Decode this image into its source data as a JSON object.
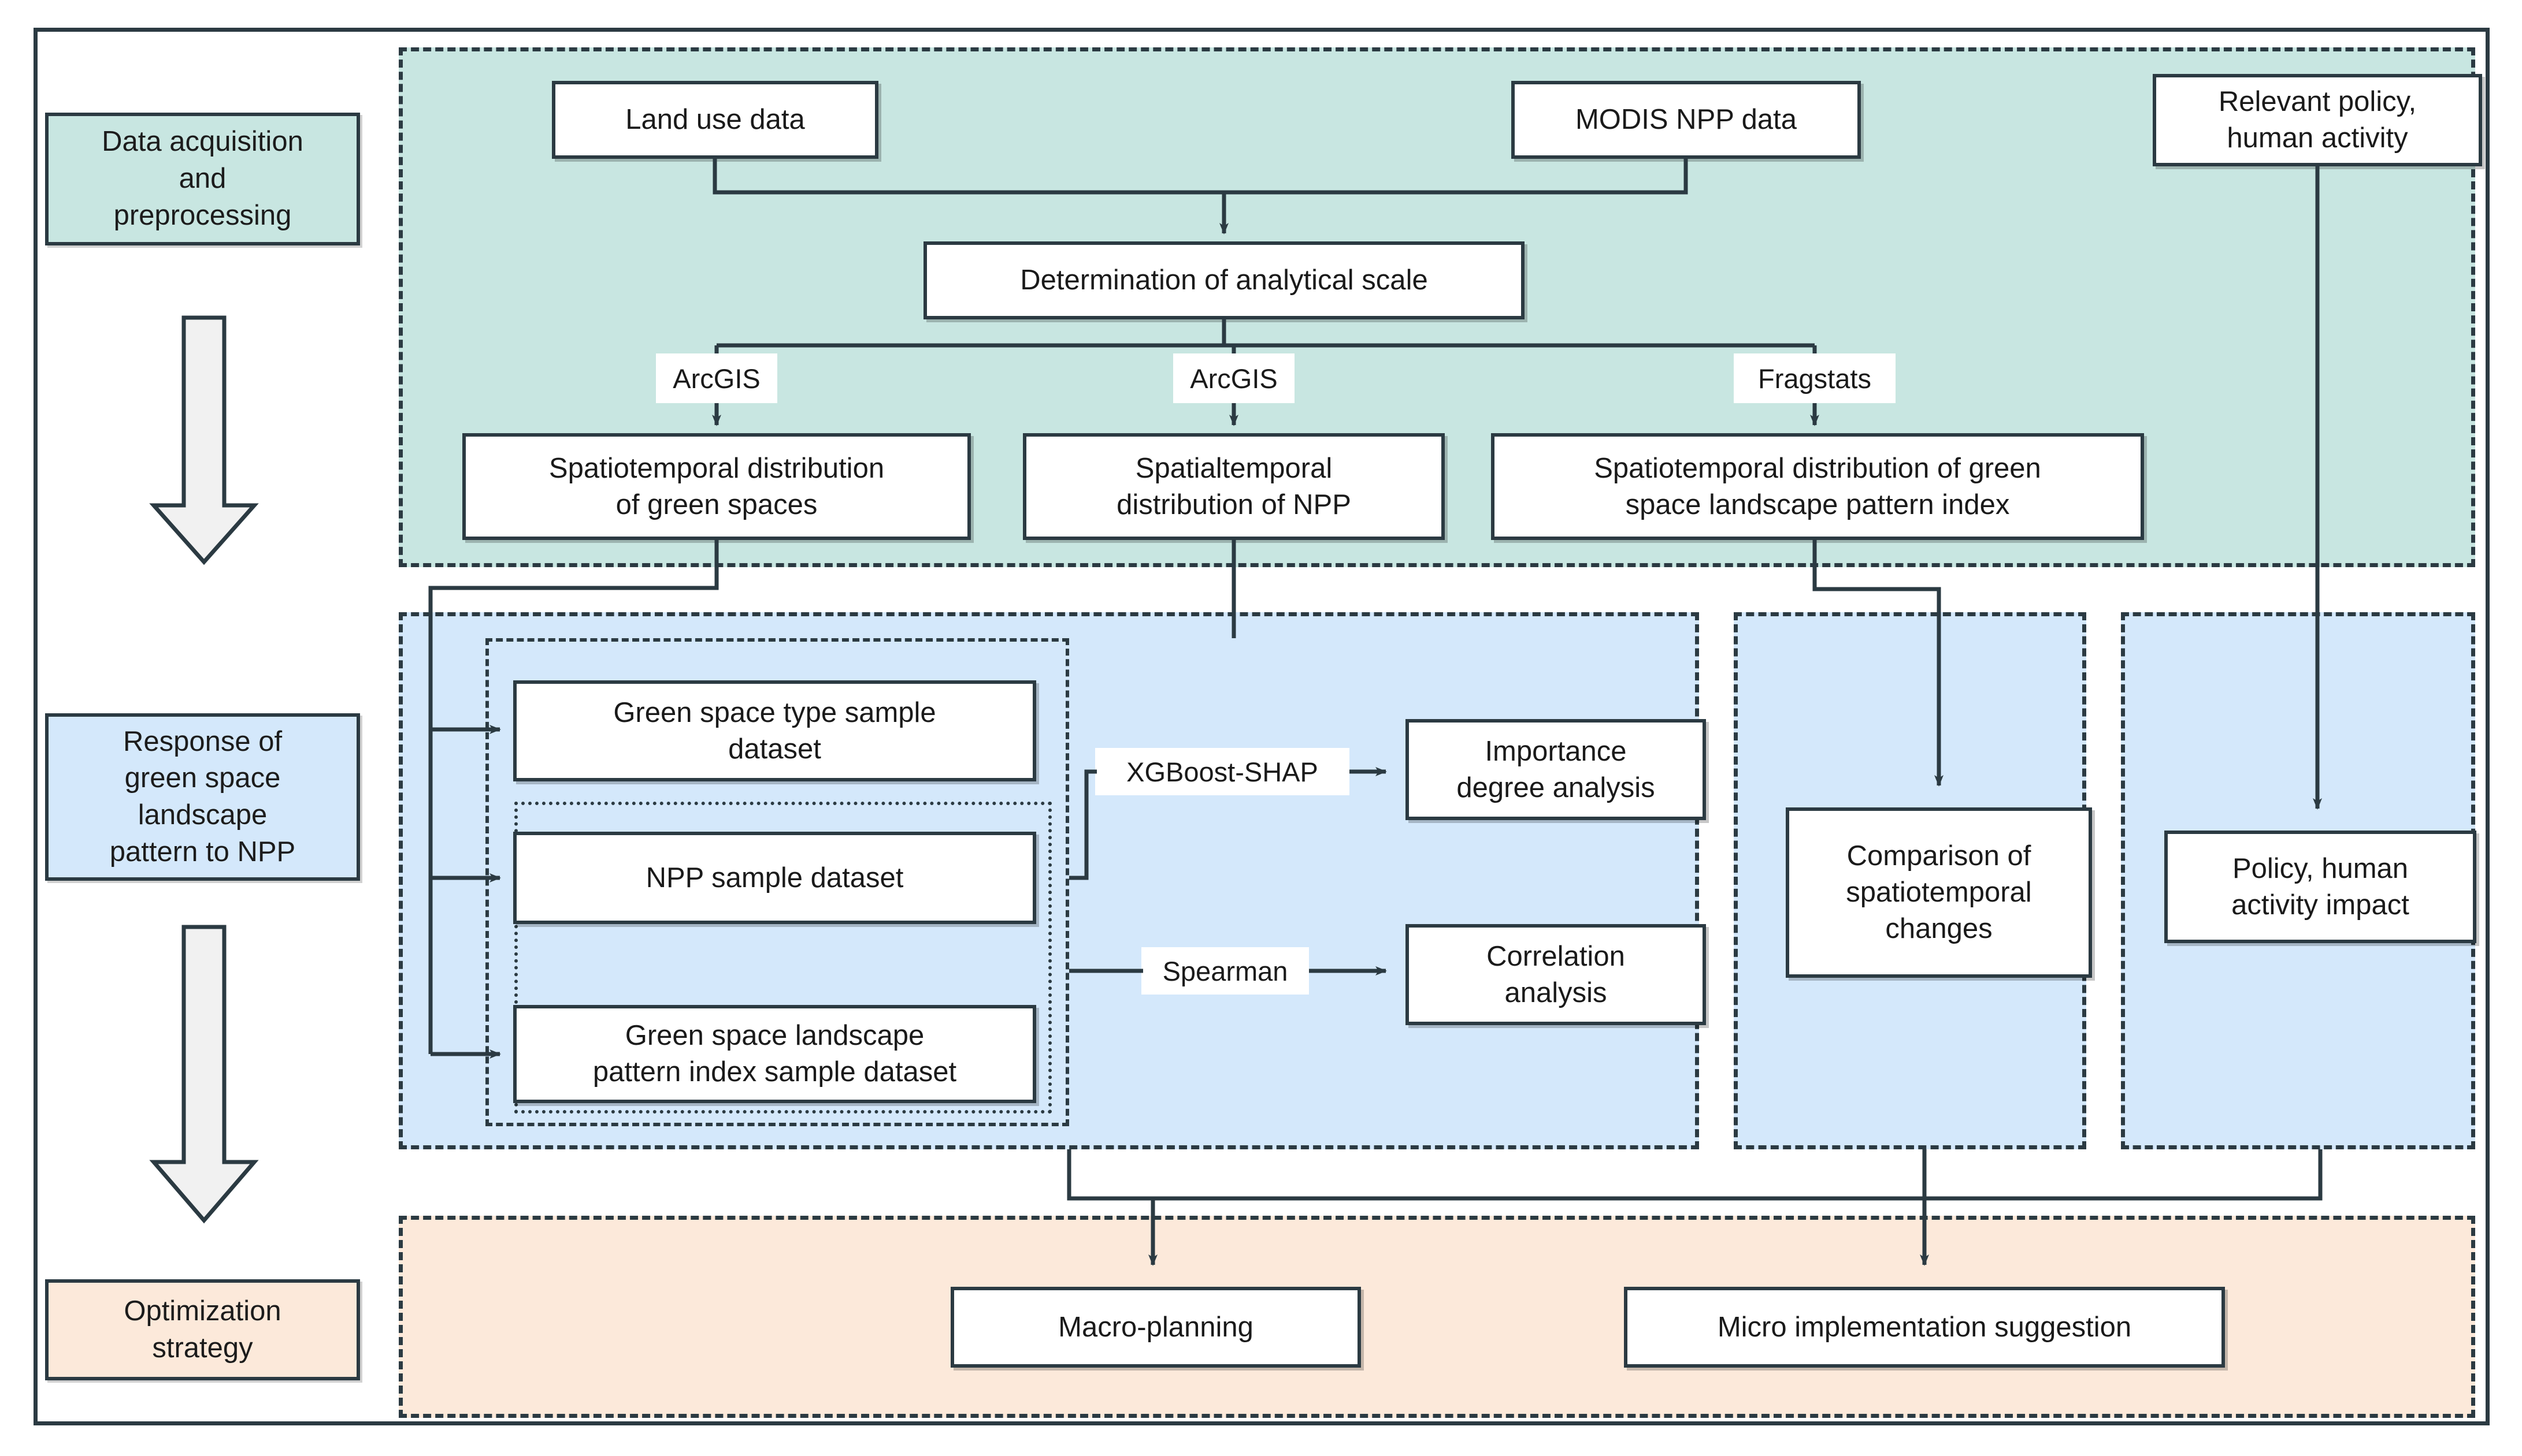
{
  "figure": {
    "type": "flowchart",
    "orientation": "top-to-bottom",
    "phases": [
      {
        "id": "phase-data",
        "label": "Data acquisition\nand\npreprocessing",
        "color": "#c8e6e1"
      },
      {
        "id": "phase-resp",
        "label": "Response of\ngreen space\nlandscape\npattern to NPP",
        "color": "#d4e8fb"
      },
      {
        "id": "phase-opt",
        "label": "Optimization\nstrategy",
        "color": "#fce9da"
      }
    ]
  },
  "phase_labels": {
    "data_acquisition": "Data acquisition and preprocessing",
    "data_acquisition_l1": "Data acquisition",
    "data_acquisition_l2": "and",
    "data_acquisition_l3": "preprocessing",
    "response_l1": "Response of",
    "response_l2": "green space",
    "response_l3": "landscape",
    "response_l4": "pattern to NPP",
    "optimization_l1": "Optimization",
    "optimization_l2": "strategy"
  },
  "section_data": {
    "nodes": {
      "land_use": "Land use data",
      "modis_npp": "MODIS NPP data",
      "relevant_policy_l1": "Relevant policy,",
      "relevant_policy_l2": "human activity",
      "determination": "Determination of analytical scale",
      "green_spaces_l1": "Spatiotemporal distribution",
      "green_spaces_l2": "of green spaces",
      "npp_dist_l1": "Spatialtemporal",
      "npp_dist_l2": "distribution of NPP",
      "pattern_index_l1": "Spatiotemporal distribution of green",
      "pattern_index_l2": "space landscape pattern index"
    },
    "edge_labels": {
      "arcgis_1": "ArcGIS",
      "arcgis_2": "ArcGIS",
      "fragstats": "Fragstats"
    }
  },
  "section_response": {
    "nodes": {
      "gs_type_ds_l1": "Green space type sample",
      "gs_type_ds_l2": "dataset",
      "npp_ds": "NPP sample dataset",
      "gs_pattern_ds_l1": "Green space landscape",
      "gs_pattern_ds_l2": "pattern index sample dataset",
      "importance_l1": "Importance",
      "importance_l2": "degree analysis",
      "correlation_l1": "Correlation",
      "correlation_l2": "analysis",
      "comparison_l1": "Comparison of",
      "comparison_l2": "spatiotemporal",
      "comparison_l3": "changes",
      "policy_impact_l1": "Policy,  human",
      "policy_impact_l2": "activity impact"
    },
    "edge_labels": {
      "xgboost_shap": "XGBoost-SHAP",
      "spearman": "Spearman"
    }
  },
  "section_optimization": {
    "nodes": {
      "macro_planning": "Macro-planning",
      "micro_suggestion": "Micro implementation suggestion"
    }
  },
  "colors": {
    "teal_fill": "#c8e6e1",
    "blue_fill": "#d4e8fb",
    "orange_fill": "#fce9da",
    "stroke": "#2b3a42",
    "node_fill": "#ffffff",
    "arrow_fill": "#f0f0f0"
  }
}
